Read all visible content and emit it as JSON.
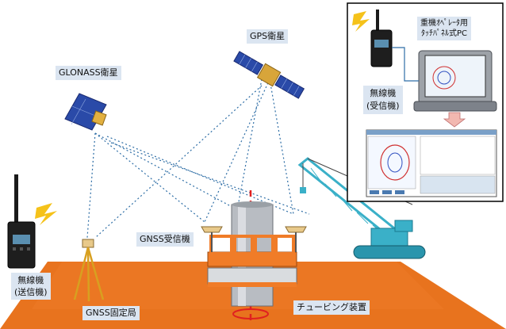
{
  "labels": {
    "gps_satellite": "GPS衛星",
    "glonass_satellite": "GLONASS衛星",
    "gnss_receiver": "GNSS受信機",
    "gnss_base_station": "GNSS固定局",
    "radio_transmitter_line1": "無線機",
    "radio_transmitter_line2": "(送信機)",
    "radio_receiver_line1": "無線機",
    "radio_receiver_line2": "(受信機)",
    "operator_pc_line1": "重機ｵﾍﾟﾚｰﾀ用",
    "operator_pc_line2": "ﾀｯﾁﾊﾟﾈﾙ式PC",
    "tubing_device": "チュービング装置"
  },
  "colors": {
    "ground": "#e8731e",
    "label_bg": "#dbe5f1",
    "signal_line": "#2e6ea6",
    "crane": "#3ab0c8",
    "machine": "#f07c28",
    "centerline": "#e02020",
    "solar_panel": "#2a4aa8"
  },
  "icons": {
    "gps_satellite": "satellite-icon",
    "glonass_satellite": "satellite-icon",
    "radio": "walkie-talkie-icon",
    "signal": "lightning-bolt-icon",
    "base_station": "tripod-antenna-icon",
    "crane": "crawler-crane-icon",
    "laptop": "rugged-laptop-icon",
    "screen": "monitor-screen-icon",
    "arrow": "down-arrow-icon"
  }
}
